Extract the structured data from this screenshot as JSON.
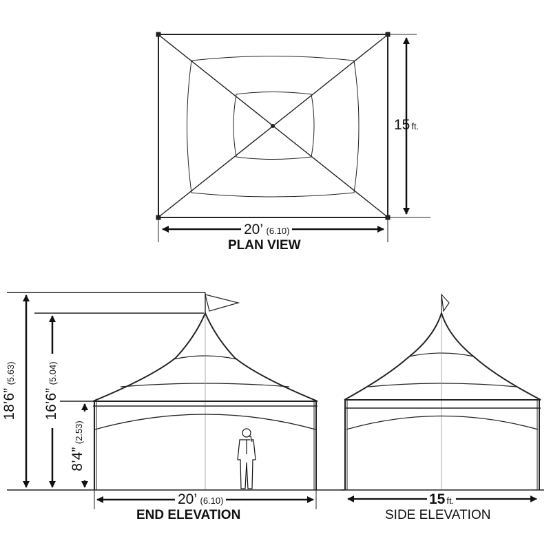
{
  "plan_view": {
    "title": "PLAN VIEW",
    "width_value": "20’",
    "width_metric": "(6.10)",
    "depth_value": "15",
    "depth_unit": "ft."
  },
  "end_elevation": {
    "title": "END ELEVATION",
    "width_value": "20’",
    "width_metric": "(6.10)",
    "overall_height_value": "18’6”",
    "overall_height_metric": "(5.63)",
    "peak_height_value": "16’6”",
    "peak_height_metric": "(5.04)",
    "eave_height_value": "8’4”",
    "eave_height_metric": "(2.53)"
  },
  "side_elevation": {
    "title": "SIDE ELEVATION",
    "width_value": "15",
    "width_unit": "ft."
  }
}
